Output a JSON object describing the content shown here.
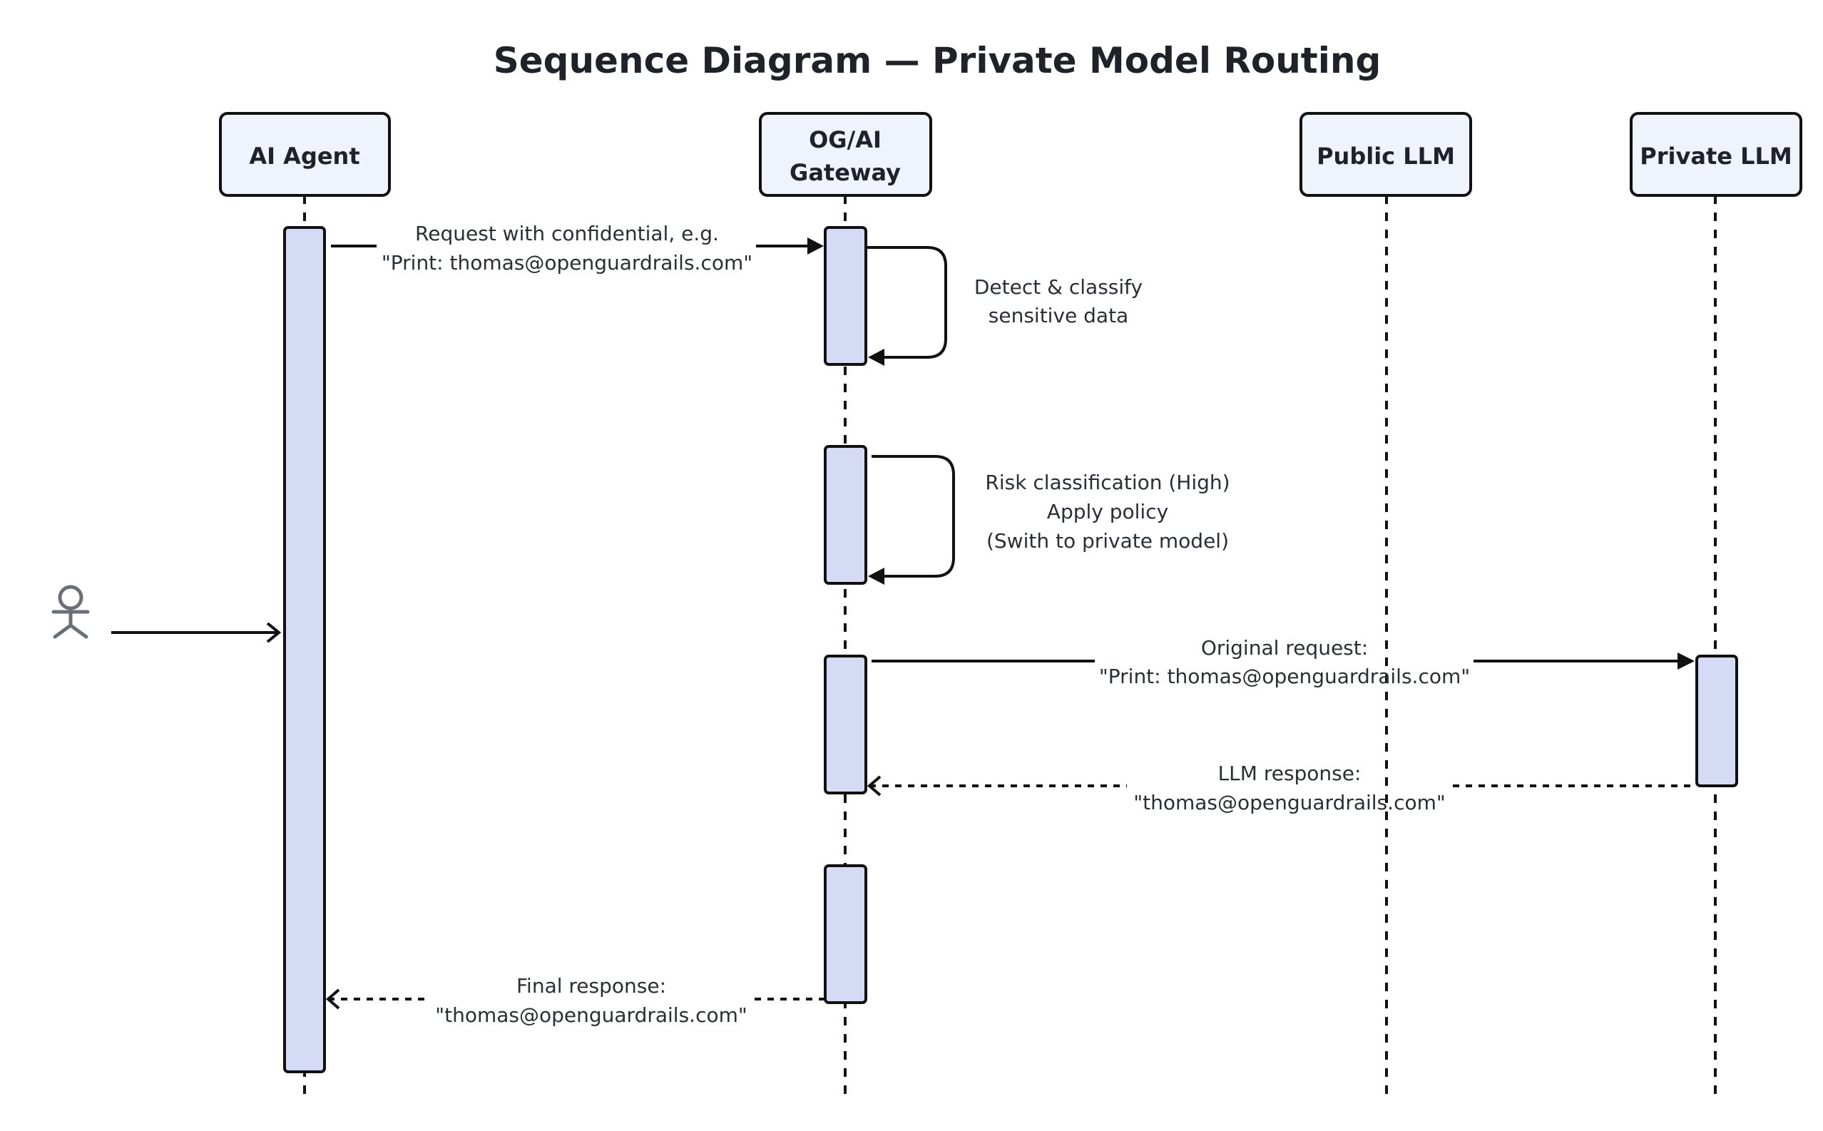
{
  "title": "Sequence Diagram — Private Model Routing",
  "colors": {
    "participant_fill": "#eef3fc",
    "activation_fill": "#d5dbf4",
    "line": "#111111",
    "text": "#1f2329",
    "actor": "#6b6f78"
  },
  "actor": {
    "icon": "user-actor-icon"
  },
  "participants": [
    {
      "id": "agent",
      "label_lines": [
        "AI Agent"
      ]
    },
    {
      "id": "gateway",
      "label_lines": [
        "OG/AI",
        "Gateway"
      ]
    },
    {
      "id": "public",
      "label_lines": [
        "Public LLM"
      ]
    },
    {
      "id": "private",
      "label_lines": [
        "Private LLM"
      ]
    }
  ],
  "messages": [
    {
      "from": "actor",
      "to": "agent",
      "style": "solid-open",
      "label_lines": []
    },
    {
      "from": "agent",
      "to": "gateway",
      "style": "solid-filled",
      "label_lines": [
        "Request with confidential, e.g.",
        "\"Print: thomas@openguardrails.com\""
      ]
    },
    {
      "from": "gateway",
      "to": "gateway",
      "style": "self",
      "label_lines": [
        "Detect & classify",
        "sensitive data"
      ]
    },
    {
      "from": "gateway",
      "to": "gateway",
      "style": "self",
      "label_lines": [
        "Risk classification (High)",
        "Apply policy",
        "(Swith to private model)"
      ]
    },
    {
      "from": "gateway",
      "to": "private",
      "style": "solid-filled",
      "label_lines": [
        "Original request:",
        "\"Print: thomas@openguardrails.com\""
      ]
    },
    {
      "from": "private",
      "to": "gateway",
      "style": "dotted-open",
      "label_lines": [
        "LLM response:",
        "\"thomas@openguardrails.com\""
      ]
    },
    {
      "from": "gateway",
      "to": "agent",
      "style": "dotted-open",
      "label_lines": [
        "Final response:",
        "\"thomas@openguardrails.com\""
      ]
    }
  ]
}
